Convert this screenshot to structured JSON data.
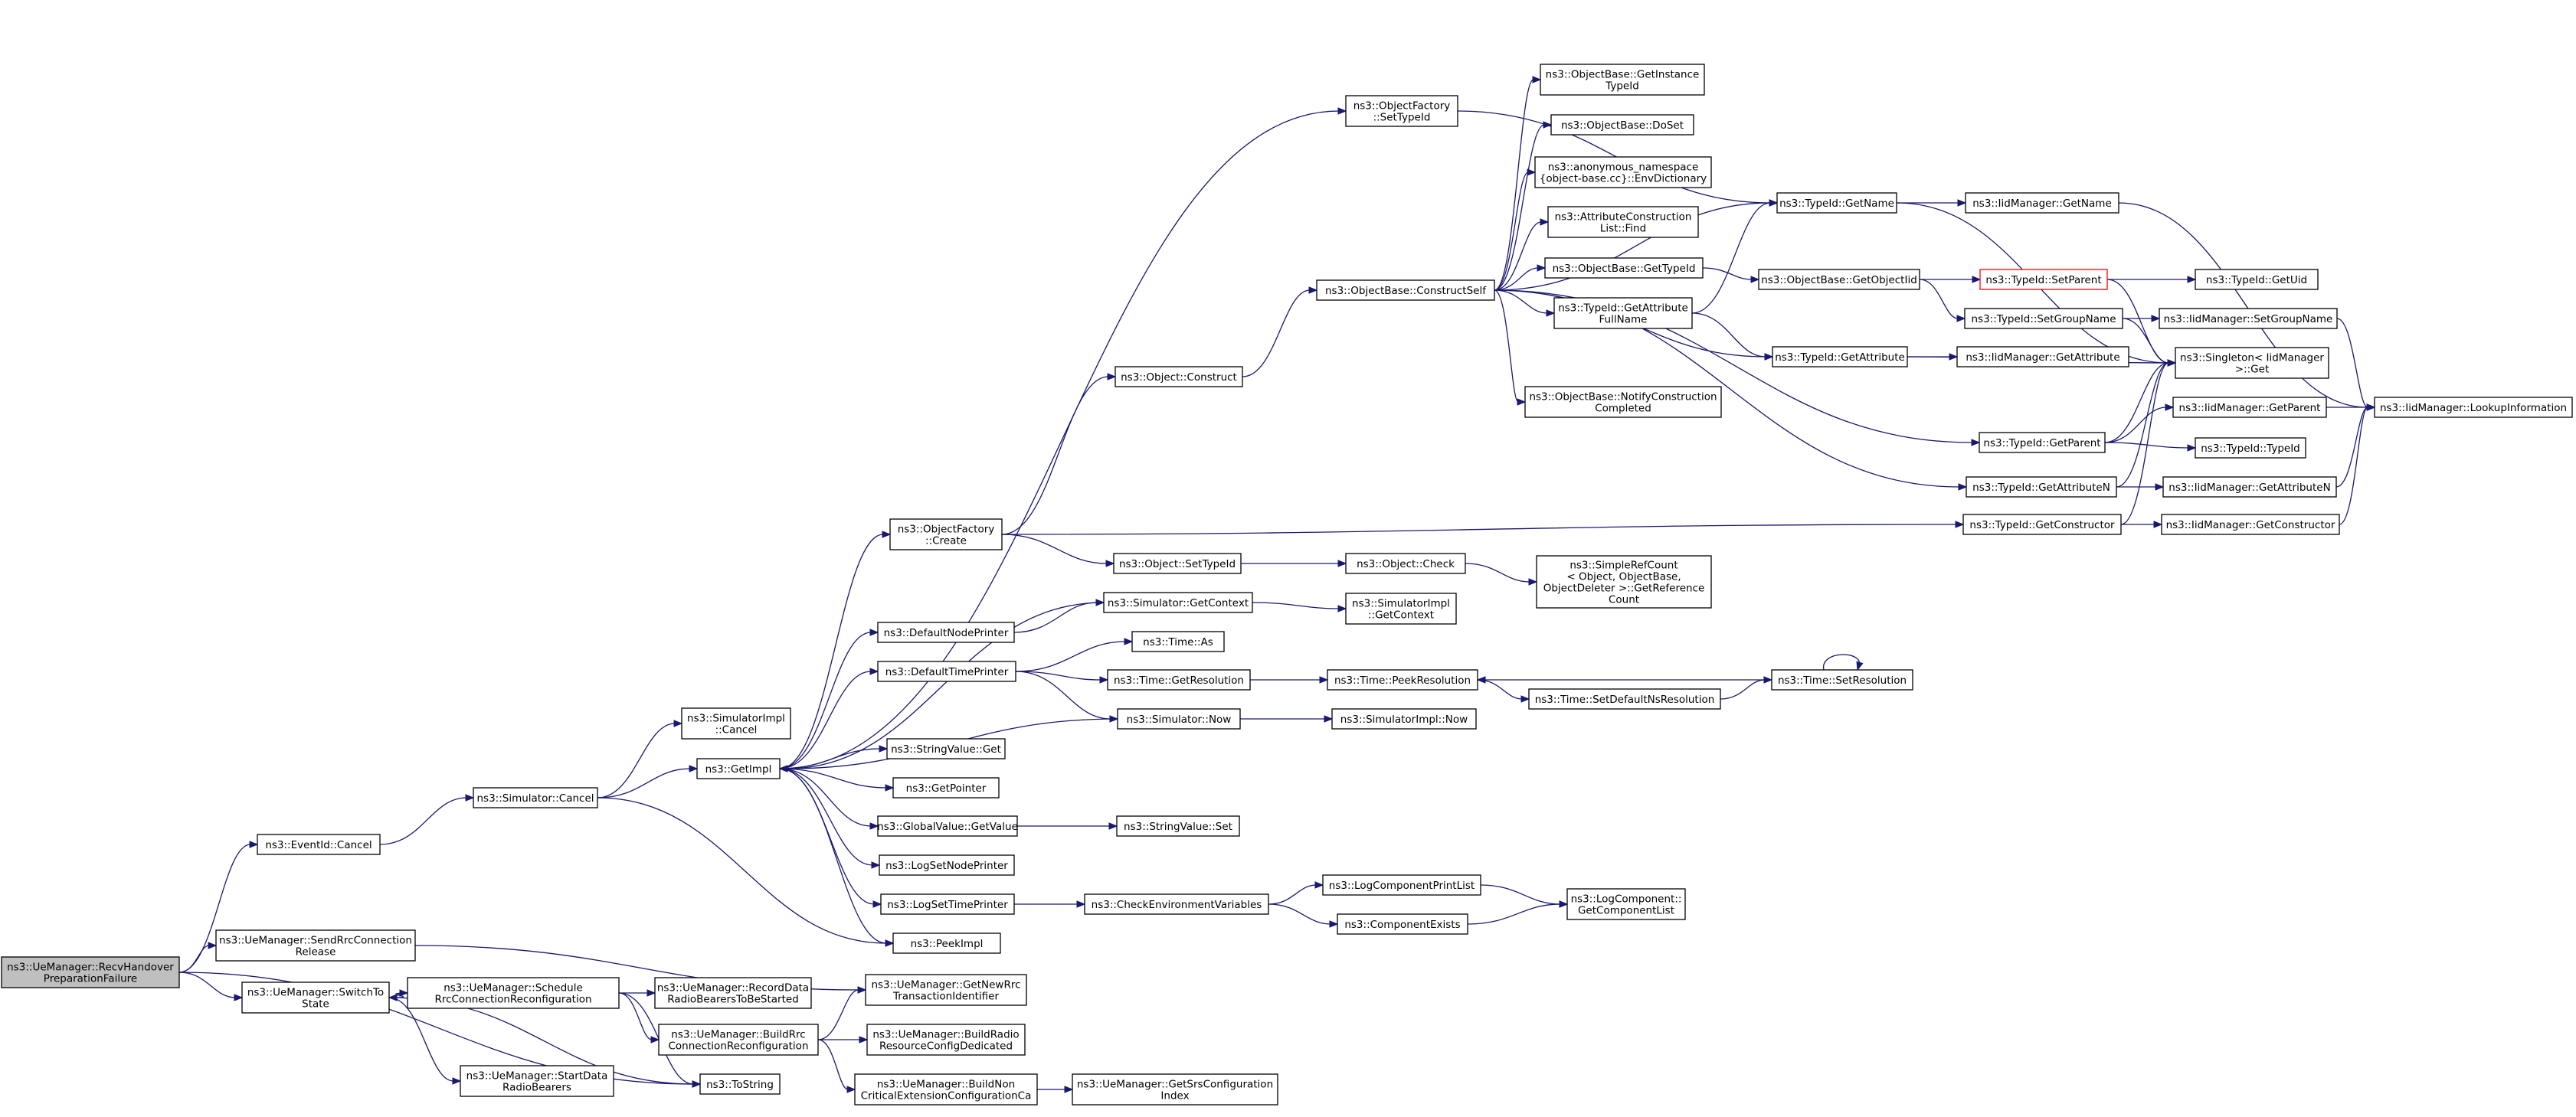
{
  "colors": {
    "edge": "#191970",
    "root_fill": "#bfbfbf",
    "highlight_border": "#ff0000"
  },
  "nodes": [
    {
      "id": "recv",
      "lines": [
        "ns3::UeManager::RecvHandover",
        "PreparationFailure"
      ],
      "style": "root"
    },
    {
      "id": "eventcancel",
      "lines": [
        "ns3::EventId::Cancel"
      ]
    },
    {
      "id": "sendrrc",
      "lines": [
        "ns3::UeManager::SendRrcConnection",
        "Release"
      ]
    },
    {
      "id": "switchto",
      "lines": [
        "ns3::UeManager::SwitchTo",
        "State"
      ]
    },
    {
      "id": "simcancel",
      "lines": [
        "ns3::Simulator::Cancel"
      ]
    },
    {
      "id": "schedule",
      "lines": [
        "ns3::UeManager::Schedule",
        "RrcConnectionReconfiguration"
      ]
    },
    {
      "id": "startdata",
      "lines": [
        "ns3::UeManager::StartData",
        "RadioBearers"
      ]
    },
    {
      "id": "simimplcancel",
      "lines": [
        "ns3::SimulatorImpl",
        "::Cancel"
      ]
    },
    {
      "id": "getimpl",
      "lines": [
        "ns3::GetImpl"
      ]
    },
    {
      "id": "recorddata",
      "lines": [
        "ns3::UeManager::RecordData",
        "RadioBearersToBeStarted"
      ]
    },
    {
      "id": "buildrrc",
      "lines": [
        "ns3::UeManager::BuildRrc",
        "ConnectionReconfiguration"
      ]
    },
    {
      "id": "tostring",
      "lines": [
        "ns3::ToString"
      ]
    },
    {
      "id": "ofcreate",
      "lines": [
        "ns3::ObjectFactory",
        "::Create"
      ]
    },
    {
      "id": "defnodeprinter",
      "lines": [
        "ns3::DefaultNodePrinter"
      ]
    },
    {
      "id": "deftimeprinter",
      "lines": [
        "ns3::DefaultTimePrinter"
      ]
    },
    {
      "id": "svget",
      "lines": [
        "ns3::StringValue::Get"
      ]
    },
    {
      "id": "getpointer",
      "lines": [
        "ns3::GetPointer"
      ]
    },
    {
      "id": "gvgetvalue",
      "lines": [
        "ns3::GlobalValue::GetValue"
      ]
    },
    {
      "id": "logsetnode",
      "lines": [
        "ns3::LogSetNodePrinter"
      ]
    },
    {
      "id": "logsettime",
      "lines": [
        "ns3::LogSetTimePrinter"
      ]
    },
    {
      "id": "peekimpl",
      "lines": [
        "ns3::PeekImpl"
      ]
    },
    {
      "id": "getnewrrc",
      "lines": [
        "ns3::UeManager::GetNewRrc",
        "TransactionIdentifier"
      ]
    },
    {
      "id": "buildradio",
      "lines": [
        "ns3::UeManager::BuildRadio",
        "ResourceConfigDedicated"
      ]
    },
    {
      "id": "buildnon",
      "lines": [
        "ns3::UeManager::BuildNon",
        "CriticalExtensionConfigurationCa"
      ]
    },
    {
      "id": "ofsettypeid",
      "lines": [
        "ns3::ObjectFactory",
        "::SetTypeId"
      ]
    },
    {
      "id": "objconstruct",
      "lines": [
        "ns3::Object::Construct"
      ]
    },
    {
      "id": "objsettypeid",
      "lines": [
        "ns3::Object::SetTypeId"
      ]
    },
    {
      "id": "simgetcontext",
      "lines": [
        "ns3::Simulator::GetContext"
      ]
    },
    {
      "id": "timeas",
      "lines": [
        "ns3::Time::As"
      ]
    },
    {
      "id": "timegetres",
      "lines": [
        "ns3::Time::GetResolution"
      ]
    },
    {
      "id": "simnow",
      "lines": [
        "ns3::Simulator::Now"
      ]
    },
    {
      "id": "svset",
      "lines": [
        "ns3::StringValue::Set"
      ]
    },
    {
      "id": "checkenv",
      "lines": [
        "ns3::CheckEnvironmentVariables"
      ]
    },
    {
      "id": "getsrs",
      "lines": [
        "ns3::UeManager::GetSrsConfiguration",
        "Index"
      ]
    },
    {
      "id": "obconstructself",
      "lines": [
        "ns3::ObjectBase::ConstructSelf"
      ]
    },
    {
      "id": "objcheck",
      "lines": [
        "ns3::Object::Check"
      ]
    },
    {
      "id": "simimplgetcontext",
      "lines": [
        "ns3::SimulatorImpl",
        "::GetContext"
      ]
    },
    {
      "id": "peekres",
      "lines": [
        "ns3::Time::PeekResolution"
      ]
    },
    {
      "id": "simimplnow",
      "lines": [
        "ns3::SimulatorImpl::Now"
      ]
    },
    {
      "id": "logprintlist",
      "lines": [
        "ns3::LogComponentPrintList"
      ]
    },
    {
      "id": "compexists",
      "lines": [
        "ns3::ComponentExists"
      ]
    },
    {
      "id": "obgetinstance",
      "lines": [
        "ns3::ObjectBase::GetInstance",
        "TypeId"
      ]
    },
    {
      "id": "obdoset",
      "lines": [
        "ns3::ObjectBase::DoSet"
      ]
    },
    {
      "id": "envdict",
      "lines": [
        "ns3::anonymous_namespace",
        "{object-base.cc}::EnvDictionary"
      ]
    },
    {
      "id": "acfind",
      "lines": [
        "ns3::AttributeConstruction",
        "List::Find"
      ]
    },
    {
      "id": "obgettypeid",
      "lines": [
        "ns3::ObjectBase::GetTypeId"
      ]
    },
    {
      "id": "tidgetattrfull",
      "lines": [
        "ns3::TypeId::GetAttribute",
        "FullName"
      ]
    },
    {
      "id": "obnotify",
      "lines": [
        "ns3::ObjectBase::NotifyConstruction",
        "Completed"
      ]
    },
    {
      "id": "simplerefcount",
      "lines": [
        "ns3::SimpleRefCount",
        "< Object, ObjectBase,",
        "ObjectDeleter >::GetReference",
        "Count"
      ]
    },
    {
      "id": "logcomplist",
      "lines": [
        "ns3::LogComponent::",
        "GetComponentList"
      ]
    },
    {
      "id": "setdefaultns",
      "lines": [
        "ns3::Time::SetDefaultNsResolution"
      ]
    },
    {
      "id": "tidgetname",
      "lines": [
        "ns3::TypeId::GetName"
      ]
    },
    {
      "id": "obgetobjecttid",
      "lines": [
        "ns3::ObjectBase::GetObjectIid"
      ]
    },
    {
      "id": "tidgetattr",
      "lines": [
        "ns3::TypeId::GetAttribute"
      ]
    },
    {
      "id": "tidgetparent",
      "lines": [
        "ns3::TypeId::GetParent"
      ]
    },
    {
      "id": "tidgetattrn",
      "lines": [
        "ns3::TypeId::GetAttributeN"
      ]
    },
    {
      "id": "tidgetctor",
      "lines": [
        "ns3::TypeId::GetConstructor"
      ]
    },
    {
      "id": "timesetres",
      "lines": [
        "ns3::Time::SetResolution"
      ]
    },
    {
      "id": "iidgetname",
      "lines": [
        "ns3::IidManager::GetName"
      ]
    },
    {
      "id": "tidsetparent",
      "lines": [
        "ns3::TypeId::SetParent"
      ],
      "style": "red"
    },
    {
      "id": "tidsetgroup",
      "lines": [
        "ns3::TypeId::SetGroupName"
      ]
    },
    {
      "id": "iidgetattr",
      "lines": [
        "ns3::IidManager::GetAttribute"
      ]
    },
    {
      "id": "singleton",
      "lines": [
        "ns3::Singleton< IidManager",
        ">::Get"
      ]
    },
    {
      "id": "tidgetuid",
      "lines": [
        "ns3::TypeId::GetUid"
      ]
    },
    {
      "id": "iidsetgroup",
      "lines": [
        "ns3::IidManager::SetGroupName"
      ]
    },
    {
      "id": "iidgetparent",
      "lines": [
        "ns3::IidManager::GetParent"
      ]
    },
    {
      "id": "tidtypeid",
      "lines": [
        "ns3::TypeId::TypeId"
      ]
    },
    {
      "id": "iidgetattrn",
      "lines": [
        "ns3::IidManager::GetAttributeN"
      ]
    },
    {
      "id": "iidgetctor",
      "lines": [
        "ns3::IidManager::GetConstructor"
      ]
    },
    {
      "id": "lookupinfo",
      "lines": [
        "ns3::IidManager::LookupInformation"
      ]
    }
  ]
}
